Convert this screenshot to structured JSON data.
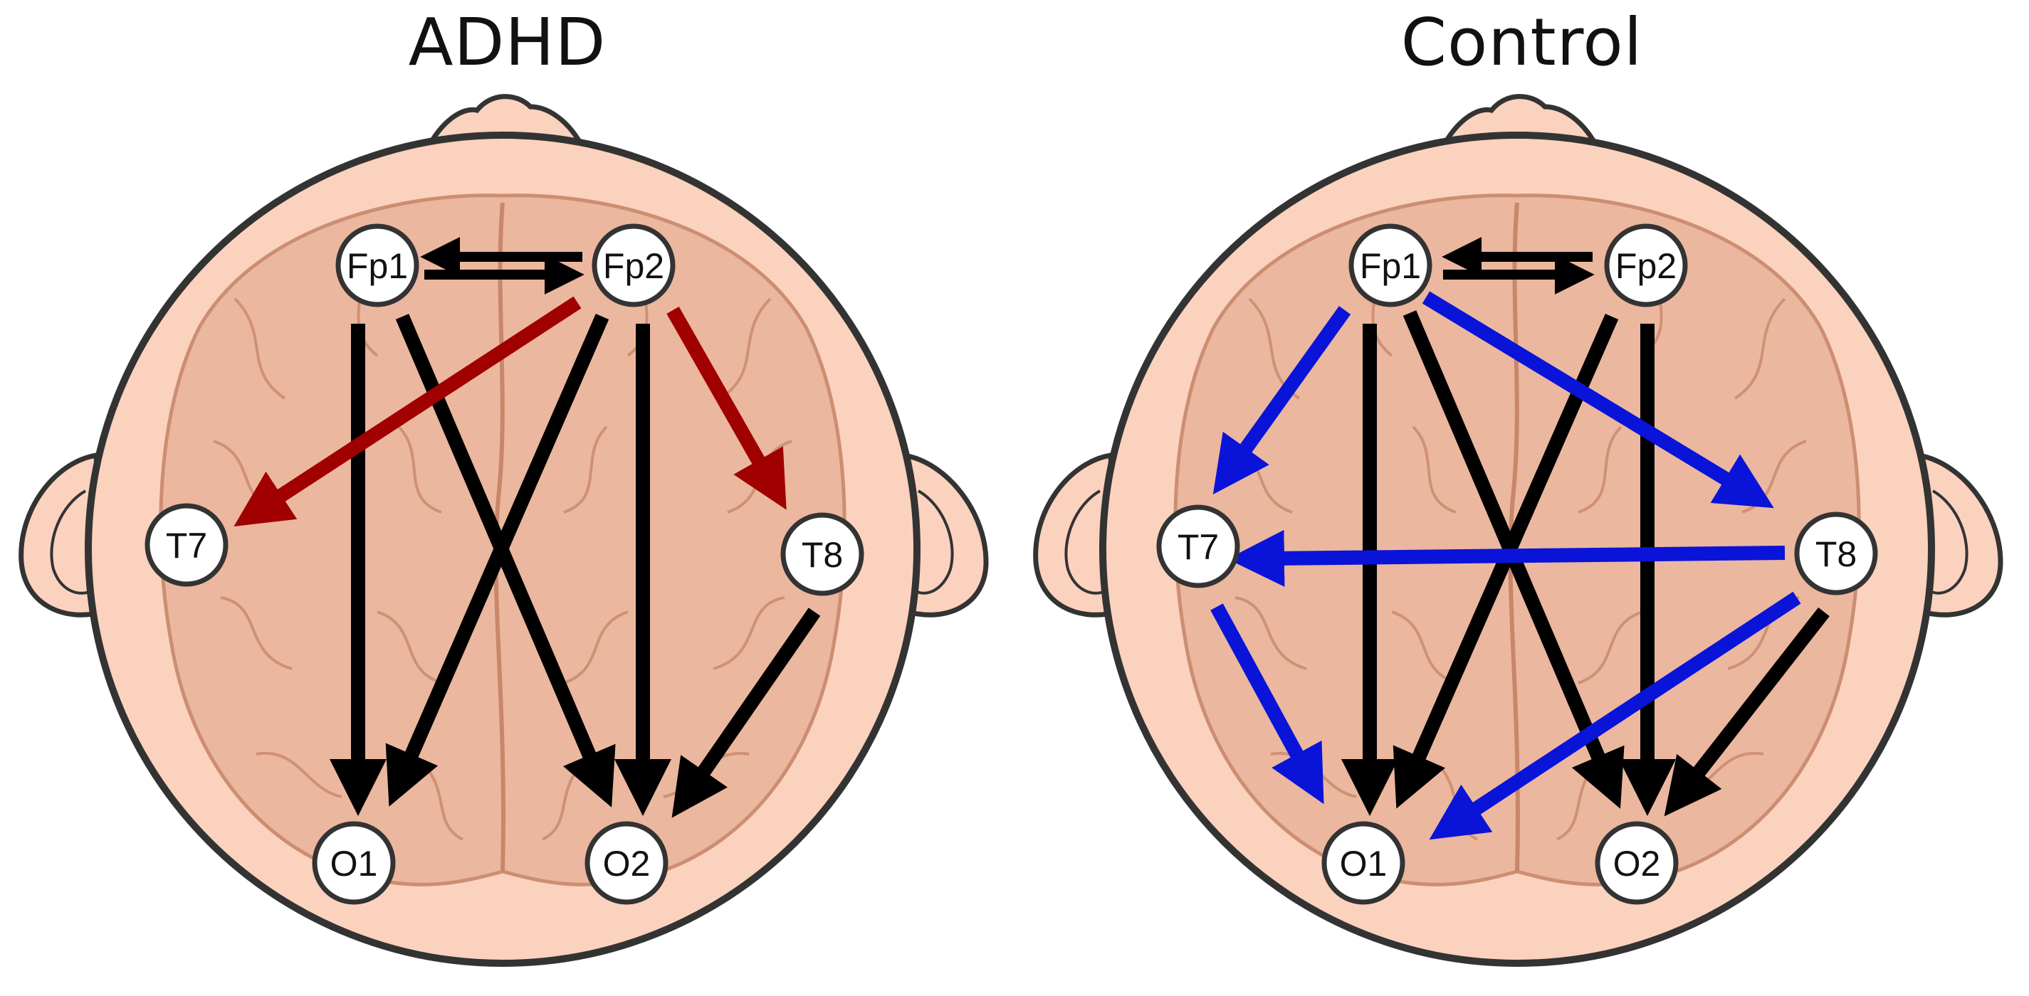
{
  "panels": [
    {
      "title": "ADHD",
      "nodes": [
        {
          "id": "Fp1",
          "label": "Fp1"
        },
        {
          "id": "Fp2",
          "label": "Fp2"
        },
        {
          "id": "T7",
          "label": "T7"
        },
        {
          "id": "T8",
          "label": "T8"
        },
        {
          "id": "O1",
          "label": "O1"
        },
        {
          "id": "O2",
          "label": "O2"
        }
      ],
      "edges": [
        {
          "from": "Fp2",
          "to": "Fp1",
          "color": "#000000"
        },
        {
          "from": "Fp1",
          "to": "Fp2",
          "color": "#000000"
        },
        {
          "from": "Fp1",
          "to": "O1",
          "color": "#000000"
        },
        {
          "from": "Fp1",
          "to": "O2",
          "color": "#000000"
        },
        {
          "from": "Fp2",
          "to": "O1",
          "color": "#000000"
        },
        {
          "from": "Fp2",
          "to": "O2",
          "color": "#000000"
        },
        {
          "from": "T8",
          "to": "O2",
          "color": "#000000"
        },
        {
          "from": "Fp2",
          "to": "T7",
          "color": "#a00000"
        },
        {
          "from": "Fp2",
          "to": "T8",
          "color": "#a00000"
        }
      ]
    },
    {
      "title": "Control",
      "nodes": [
        {
          "id": "Fp1",
          "label": "Fp1"
        },
        {
          "id": "Fp2",
          "label": "Fp2"
        },
        {
          "id": "T7",
          "label": "T7"
        },
        {
          "id": "T8",
          "label": "T8"
        },
        {
          "id": "O1",
          "label": "O1"
        },
        {
          "id": "O2",
          "label": "O2"
        }
      ],
      "edges": [
        {
          "from": "Fp2",
          "to": "Fp1",
          "color": "#000000"
        },
        {
          "from": "Fp1",
          "to": "Fp2",
          "color": "#000000"
        },
        {
          "from": "Fp1",
          "to": "O1",
          "color": "#000000"
        },
        {
          "from": "Fp1",
          "to": "O2",
          "color": "#000000"
        },
        {
          "from": "Fp2",
          "to": "O1",
          "color": "#000000"
        },
        {
          "from": "Fp2",
          "to": "O2",
          "color": "#000000"
        },
        {
          "from": "T8",
          "to": "O2",
          "color": "#000000"
        },
        {
          "from": "Fp1",
          "to": "T7",
          "color": "#0a14d8"
        },
        {
          "from": "Fp1",
          "to": "T8",
          "color": "#0a14d8"
        },
        {
          "from": "T8",
          "to": "T7",
          "color": "#0a14d8"
        },
        {
          "from": "T7",
          "to": "O1",
          "color": "#0a14d8"
        },
        {
          "from": "T8",
          "to": "O1",
          "color": "#0a14d8"
        }
      ]
    }
  ],
  "colors": {
    "skin": "#fbd2be",
    "outline": "#333333",
    "brain": "#ebb59c",
    "brain_line": "#c8876a",
    "node_fill": "#ffffff",
    "edge_black": "#000000",
    "edge_red": "#a00000",
    "edge_blue": "#0a14d8"
  }
}
